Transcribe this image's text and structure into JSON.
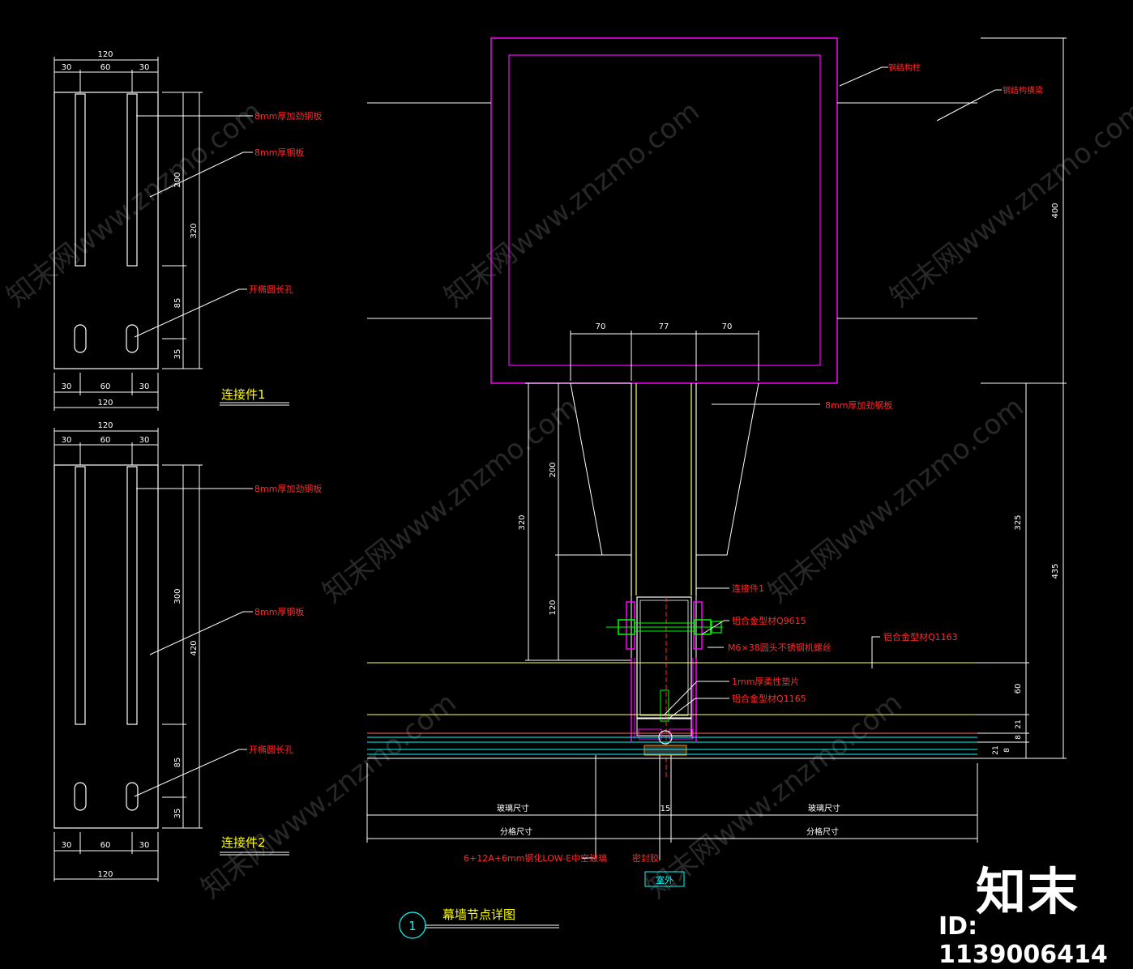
{
  "colors": {
    "background": "#000000",
    "magenta": "#ff00ff",
    "dimension": "#ffffff",
    "label_red": "#ff2a2a",
    "title_yellow": "#ffff00",
    "yellow_line": "#ffff66",
    "cyan": "#00ffff",
    "green": "#00ff00"
  },
  "part1": {
    "top_dims": [
      "120",
      "30",
      "60",
      "30"
    ],
    "bottom_dims": [
      "30",
      "60",
      "30",
      "120"
    ],
    "vertical_dims": [
      "200",
      "320",
      "85",
      "35"
    ],
    "labels": [
      "8mm厚加劲钢板",
      "8mm厚钢板",
      "开椭圆长孔"
    ],
    "title": "连接件1"
  },
  "part2": {
    "top_dims": [
      "120",
      "30",
      "60",
      "30"
    ],
    "bottom_dims": [
      "30",
      "60",
      "30",
      "120"
    ],
    "vertical_dims": [
      "300",
      "420",
      "85",
      "35"
    ],
    "labels": [
      "8mm厚加劲钢板",
      "8mm厚钢板",
      "开椭圆长孔"
    ],
    "title": "连接件2"
  },
  "node": {
    "column_label": "钢结构柱",
    "beam_label": "钢结构横梁",
    "top_dims": [
      "70",
      "77",
      "70"
    ],
    "stiffener_label": "8mm厚加劲钢板",
    "left_dims": [
      "200",
      "320",
      "120"
    ],
    "right_dims": [
      "400",
      "325",
      "435",
      "60",
      "21",
      "8",
      "21",
      "8"
    ],
    "labels": {
      "connector": "连接件1",
      "profile_a": "铝合金型材Q9615",
      "bolt": "M6×38圆头不锈钢机螺丝",
      "mullion": "铝合金型材Q1163",
      "gasket": "1mm厚柔性垫片",
      "profile_b": "铝合金型材Q1165",
      "glass": "6+12A+6mm钢化LOW-E中空玻璃",
      "sealant": "密封胶"
    },
    "bottom_dims": {
      "glass_size": "玻璃尺寸",
      "gap": "15",
      "grid_size": "分格尺寸"
    },
    "exterior_tag": "室外"
  },
  "title_block": {
    "number": "1",
    "title": "幕墙节点详图"
  },
  "watermark": {
    "logo": "知末",
    "id": "ID: 1139006414"
  }
}
